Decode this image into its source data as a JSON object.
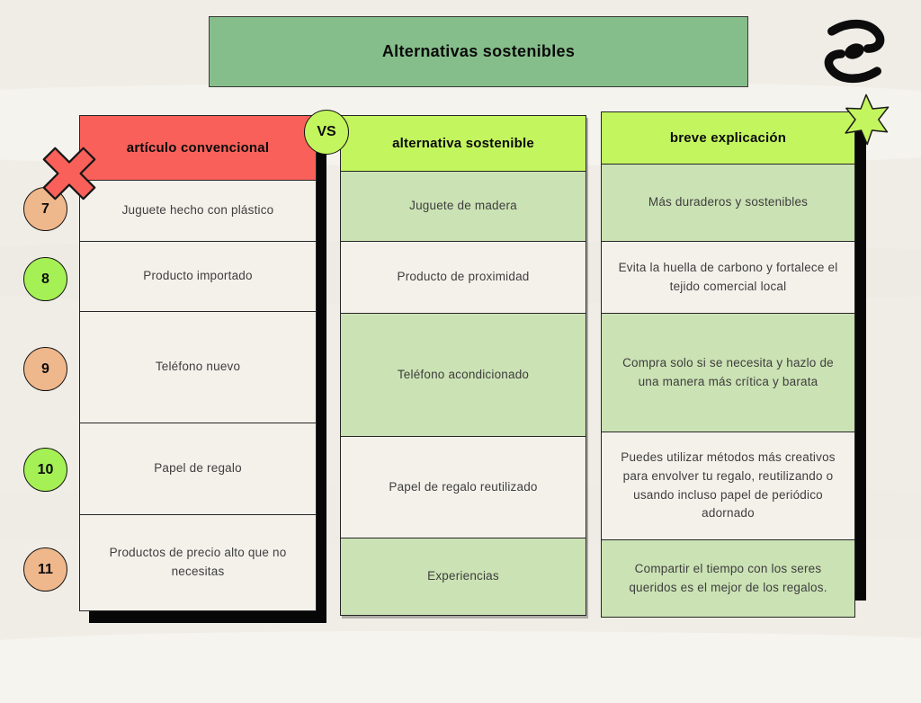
{
  "page": {
    "title": "Alternativas sostenibles"
  },
  "table": {
    "vs_label": "VS",
    "columns": [
      {
        "label": "artículo convencional"
      },
      {
        "label": "alternativa sostenible"
      },
      {
        "label": "breve explicación"
      }
    ],
    "rows": [
      {
        "number": "7",
        "conventional": "Juguete hecho con plástico",
        "sustainable": "Juguete de madera",
        "explanation": "Más duraderos y sostenibles"
      },
      {
        "number": "8",
        "conventional": "Producto importado",
        "sustainable": "Producto de proximidad",
        "explanation": "Evita la huella de carbono y fortalece el tejido comercial local"
      },
      {
        "number": "9",
        "conventional": "Teléfono nuevo",
        "sustainable": "Teléfono acondicionado",
        "explanation": "Compra solo si se necesita y hazlo de una manera más crítica y barata"
      },
      {
        "number": "10",
        "conventional": "Papel de regalo",
        "sustainable": "Papel de regalo reutilizado",
        "explanation": "Puedes utilizar métodos más creativos para envolver tu regalo, reutilizando o usando incluso papel de periódico adornado"
      },
      {
        "number": "11",
        "conventional": "Productos de precio alto que no necesitas",
        "sustainable": "Experiencias",
        "explanation": "Compartir el tiempo con los seres queridos es el mejor de los regalos."
      }
    ]
  },
  "icons": {
    "logo": "spiral-brand-logo",
    "cross": "red-cross-mark",
    "star": "green-star-badge"
  },
  "colors": {
    "background": "#F0EDE7",
    "title_banner_green": "#86BE8B",
    "header_red": "#F9605A",
    "header_chartreuse": "#C3F55F",
    "cell_green": "#CBE2B4",
    "cell_offwhite": "#F4F1EB",
    "badge_peach": "#EFB78C",
    "badge_green": "#A5F055",
    "shadow_black": "#070707"
  }
}
